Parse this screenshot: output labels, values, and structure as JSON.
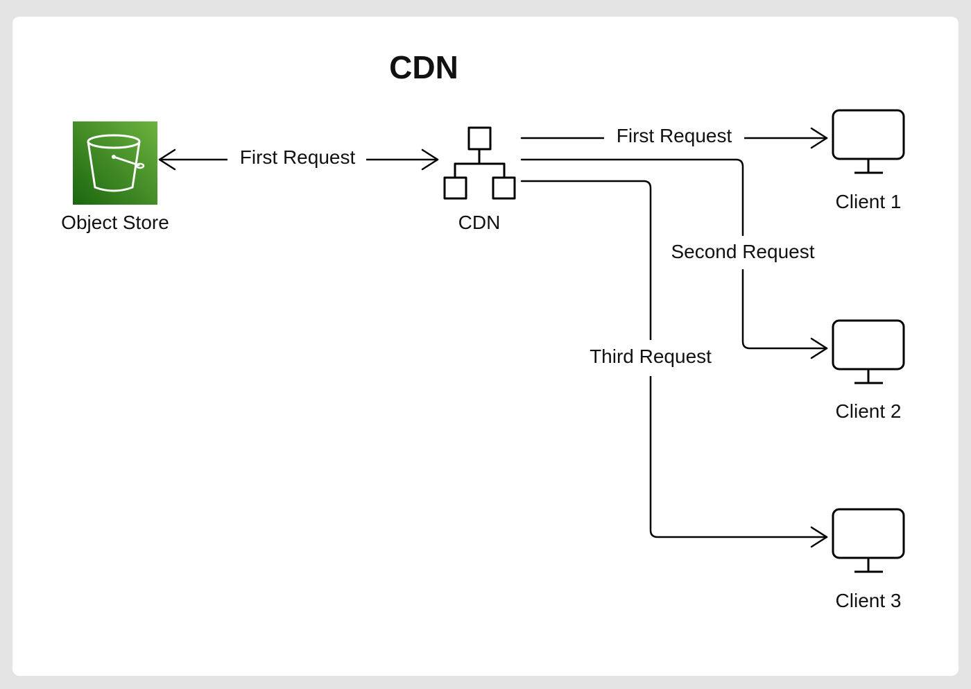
{
  "title": "CDN",
  "colors": {
    "bucket_light": "#6cb33f",
    "bucket_dark": "#1b660f",
    "stroke": "#000000",
    "background": "#ffffff",
    "frame": "#e4e4e4"
  },
  "nodes": {
    "object_store": {
      "label": "Object Store",
      "icon": "bucket-icon"
    },
    "cdn": {
      "label": "CDN",
      "icon": "network-hierarchy-icon"
    },
    "client1": {
      "label": "Client 1",
      "icon": "monitor-icon"
    },
    "client2": {
      "label": "Client 2",
      "icon": "monitor-icon"
    },
    "client3": {
      "label": "Client 3",
      "icon": "monitor-icon"
    }
  },
  "edges": {
    "store_cdn": {
      "label": "First Request",
      "from": "object_store",
      "to": "cdn",
      "direction": "both"
    },
    "cdn_client1": {
      "label": "First Request",
      "from": "cdn",
      "to": "client1"
    },
    "cdn_client2": {
      "label": "Second Request",
      "from": "cdn",
      "to": "client2"
    },
    "cdn_client3": {
      "label": "Third Request",
      "from": "cdn",
      "to": "client3"
    }
  }
}
